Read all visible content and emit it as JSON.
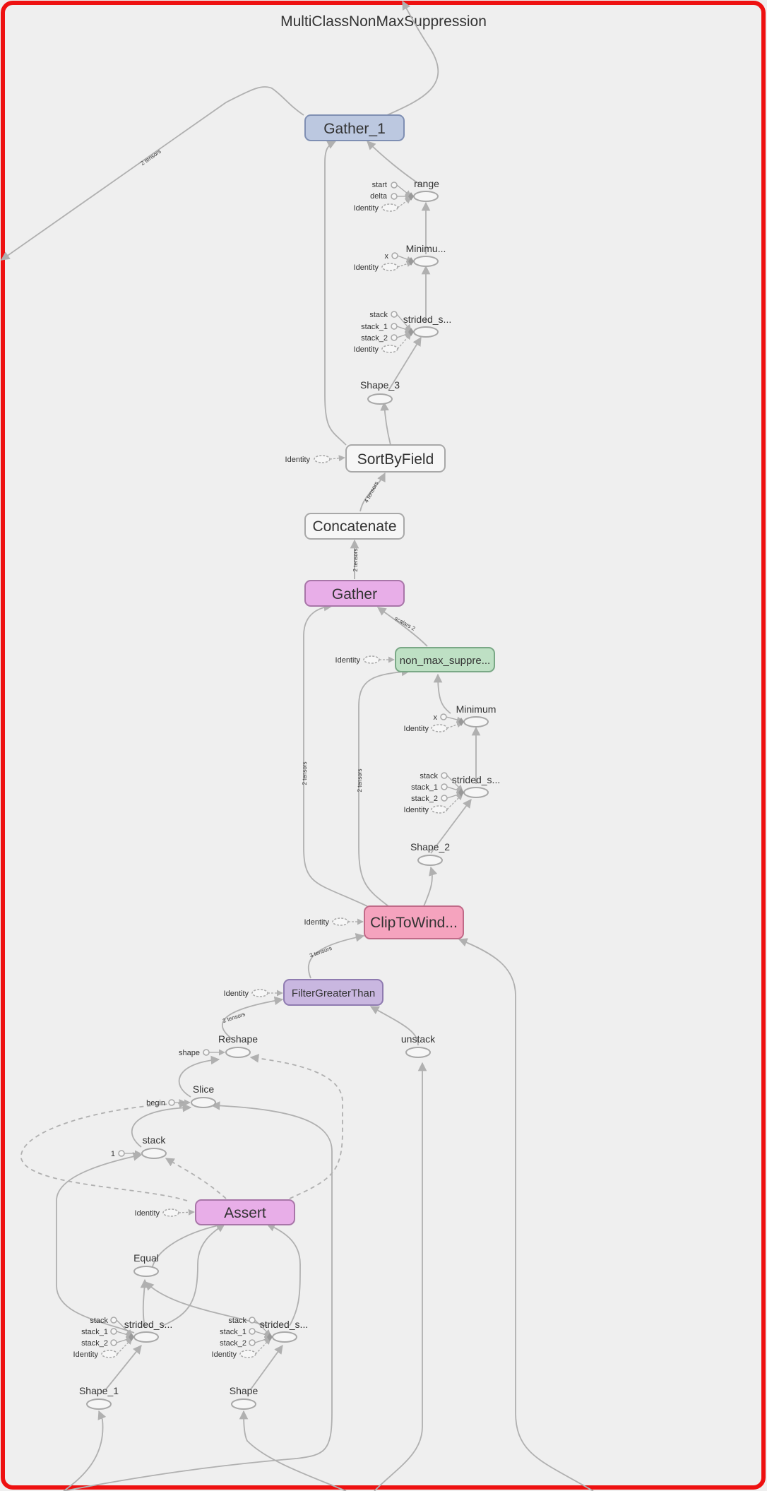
{
  "title": "MultiClassNonMaxSuppression",
  "colors": {
    "frame": "#ee1111",
    "edge": "#b0b0b0",
    "gather1_fill": "#bcc8e0",
    "gather1_stroke": "#7f8fb3",
    "gather_fill": "#e8aee8",
    "gather_stroke": "#a876a8",
    "nms_fill": "#bee0c4",
    "nms_stroke": "#7aa886",
    "clip_fill": "#f5a3be",
    "clip_stroke": "#c06a88",
    "filter_fill": "#c9b7e0",
    "filter_stroke": "#8f7bb0",
    "plain_fill": "#f6f6f6",
    "plain_stroke": "#a8a8a8"
  },
  "nodes": {
    "gather_1": "Gather_1",
    "sort_by_field": "SortByField",
    "concatenate": "Concatenate",
    "gather": "Gather",
    "non_max_suppression": "non_max_suppre...",
    "clip_to_window": "ClipToWind...",
    "filter_greater_than": "FilterGreaterThan",
    "assert": "Assert"
  },
  "ops": {
    "range": "range",
    "minimum_top": "Minimu...",
    "strided_slice_top": "strided_s...",
    "shape_3": "Shape_3",
    "minimum_mid": "Minimum",
    "strided_slice_mid": "strided_s...",
    "shape_2": "Shape_2",
    "unstack": "unstack",
    "reshape": "Reshape",
    "slice": "Slice",
    "stack": "stack",
    "equal": "Equal",
    "strided_slice_left": "strided_s...",
    "strided_slice_right": "strided_s...",
    "shape_1": "Shape_1",
    "shape": "Shape"
  },
  "inputs": {
    "range": [
      "start",
      "delta",
      "Identity"
    ],
    "minimum_top": [
      "x",
      "Identity"
    ],
    "strided_top": [
      "stack",
      "stack_1",
      "stack_2",
      "Identity"
    ],
    "sort_by_field": "Identity",
    "nms": "Identity",
    "minimum_mid": [
      "x",
      "Identity"
    ],
    "strided_mid": [
      "stack",
      "stack_1",
      "stack_2",
      "Identity"
    ],
    "clip": "Identity",
    "filter": "Identity",
    "reshape": "shape",
    "slice": "begin",
    "stack": "1",
    "assert": "Identity",
    "strided_left": [
      "stack",
      "stack_1",
      "stack_2",
      "Identity"
    ],
    "strided_right": [
      "stack",
      "stack_1",
      "stack_2",
      "Identity"
    ]
  },
  "edge_labels": {
    "top_left": "2 tensors",
    "sort_concat": "4 tensors",
    "concat_gather": "2 tensors",
    "nms_gather": "scalars 2",
    "clip_gather": "2 tensors",
    "clip_nms": "2 tensors",
    "filter_clip": "3 tensors",
    "reshape_filter": "2 tensors"
  }
}
